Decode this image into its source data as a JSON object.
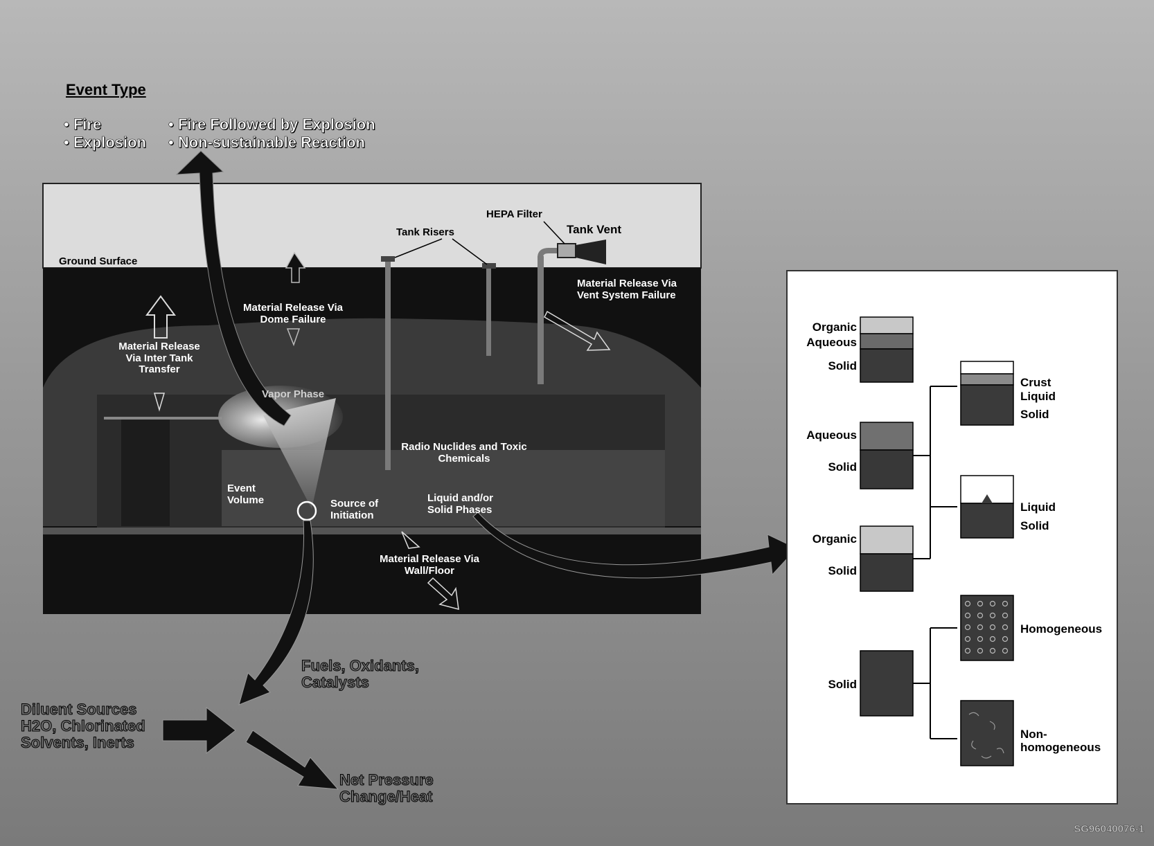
{
  "event_type": {
    "heading": "Event Type",
    "items": [
      "Fire",
      "Explosion",
      "Fire Followed by Explosion",
      "Non-sustainable Reaction"
    ]
  },
  "tank_labels": {
    "ground_surface": "Ground Surface",
    "tank_risers": "Tank Risers",
    "hepa_filter": "HEPA Filter",
    "tank_vent": "Tank Vent",
    "release_vent": "Material Release Via Vent System Failure",
    "release_dome": "Material Release Via Dome Failure",
    "release_inter_tank": "Material Release Via Inter Tank Transfer",
    "vapor_phase": "Vapor Phase",
    "radio_nuclides": "Radio Nuclides and Toxic Chemicals",
    "event_volume": "Event Volume",
    "source_of_initiation": "Source of Initiation",
    "liquid_solid_phases": "Liquid and/or Solid Phases",
    "release_wall_floor": "Material Release Via Wall/Floor"
  },
  "bottom_labels": {
    "fuels": "Fuels, Oxidants, Catalysts",
    "diluent": "Diluent Sources H2O, Chlorinated Solvents, Inerts",
    "net_pressure": "Net Pressure Change/Heat"
  },
  "phase_panel": {
    "col1": {
      "organic_top": "Organic",
      "aqueous_top": "Aqueous",
      "solid_top": "Solid",
      "aqueous_mid": "Aqueous",
      "solid_mid": "Solid",
      "organic_low": "Organic",
      "solid_low": "Solid",
      "solid_bottom": "Solid"
    },
    "col2": {
      "crust": "Crust",
      "liquid_a": "Liquid",
      "solid_a": "Solid",
      "liquid_b": "Liquid",
      "solid_b": "Solid",
      "homogeneous": "Homogeneous",
      "non_homogeneous": "Non-\nhomogeneous"
    }
  },
  "figure_id": "SG96040076-1"
}
